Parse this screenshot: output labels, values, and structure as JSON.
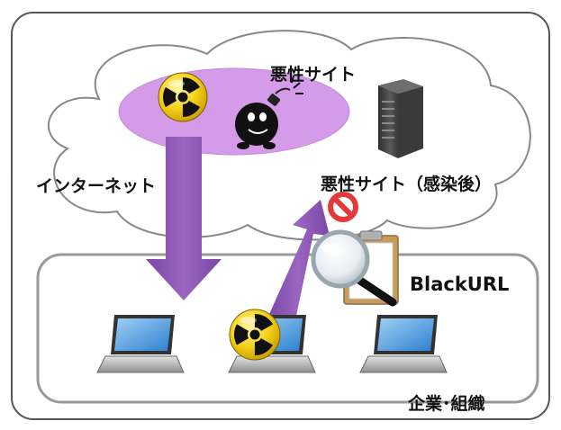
{
  "labels": {
    "malicious_site": "悪性サイト",
    "internet": "インターネット",
    "infected_site": "悪性サイト（感染後）",
    "blackurl": "BlackURL",
    "organization": "企業･組織"
  },
  "colors": {
    "outer_border": "#555555",
    "org_border": "#999999",
    "ellipse_fill": "#d49be8",
    "arrow_fill": "#8c58b2",
    "radiation_yellow": "#f5d21a",
    "label_text": "#111111"
  },
  "icons": {
    "radiation": "radiation-icon",
    "bomb": "bomb-icon",
    "server": "server-icon",
    "laptop": "laptop-icon",
    "prohibited": "prohibited-icon",
    "magnifier_clipboard": "magnifier-clipboard-icon"
  }
}
